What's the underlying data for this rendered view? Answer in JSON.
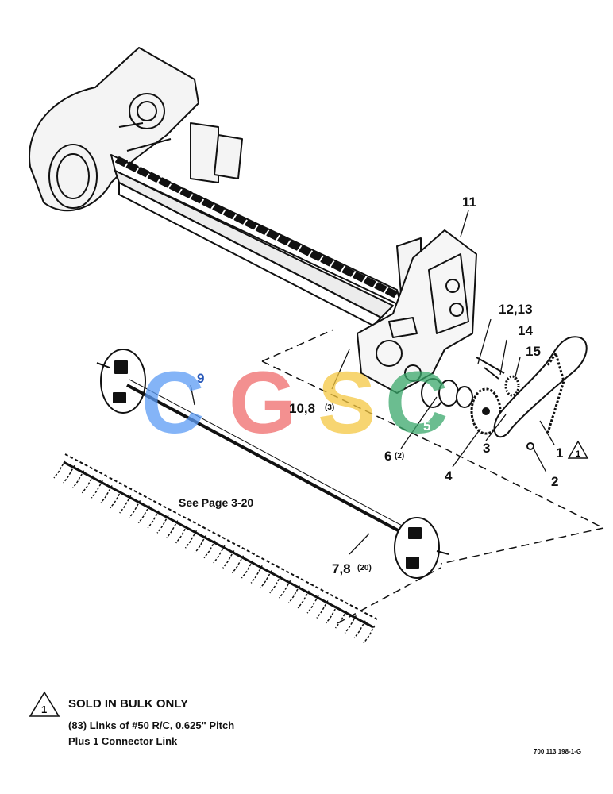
{
  "watermark": {
    "letters": [
      {
        "char": "C",
        "color": "#5b9bf5"
      },
      {
        "char": "G",
        "color": "#ef6b6b"
      },
      {
        "char": "S",
        "color": "#f5c842"
      },
      {
        "char": "C",
        "color": "#3aa86b"
      }
    ]
  },
  "callouts": {
    "c11": "11",
    "c12_13": "12,13",
    "c14": "14",
    "c15": "15",
    "c9": "9",
    "c10_8": "10,8",
    "c10_8_qty": "(3)",
    "c5": "5",
    "c6": "6",
    "c6_qty": "(2)",
    "c6b": "6",
    "c3": "3",
    "c4": "4",
    "c2": "2",
    "c1": "1",
    "c1_flag": "1",
    "c7_8": "7,8",
    "c7_8_qty": "(20)"
  },
  "see_page": "See Page 3-20",
  "note": {
    "flag": "1",
    "title": "SOLD IN BULK ONLY",
    "line1": "(83) Links of #50 R/C, 0.625\" Pitch",
    "line2": "Plus 1 Connector Link"
  },
  "doc_number": "700 113 198-1-G"
}
